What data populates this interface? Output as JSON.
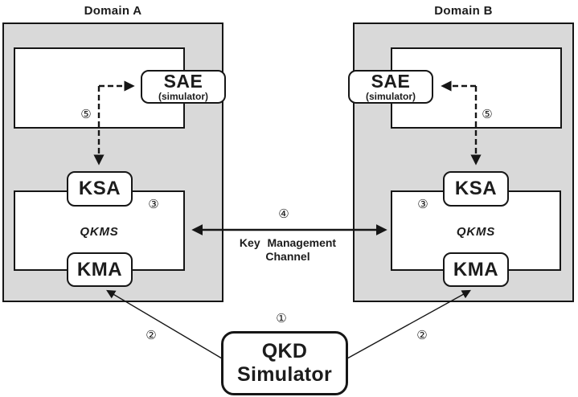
{
  "colors": {
    "domain_fill": "#d9d9d9",
    "line": "#161616",
    "node_fill": "#ffffff",
    "background": "#ffffff"
  },
  "domain_a": {
    "title": "Domain A",
    "sae_label": "SAE",
    "sae_sublabel": "(simulator)",
    "ksa_label": "KSA",
    "kma_label": "KMA",
    "qkms_label": "QKMS",
    "step5": "⑤",
    "step3": "③",
    "step2": "②"
  },
  "domain_b": {
    "title": "Domain B",
    "sae_label": "SAE",
    "sae_sublabel": "(simulator)",
    "ksa_label": "KSA",
    "kma_label": "KMA",
    "qkms_label": "QKMS",
    "step5": "⑤",
    "step3": "③",
    "step2": "②"
  },
  "channel": {
    "step4": "④",
    "line1": "Key Management",
    "line2": "Channel"
  },
  "qkd_simulator": {
    "step1": "①",
    "line1": "QKD",
    "line2": "Simulator"
  }
}
